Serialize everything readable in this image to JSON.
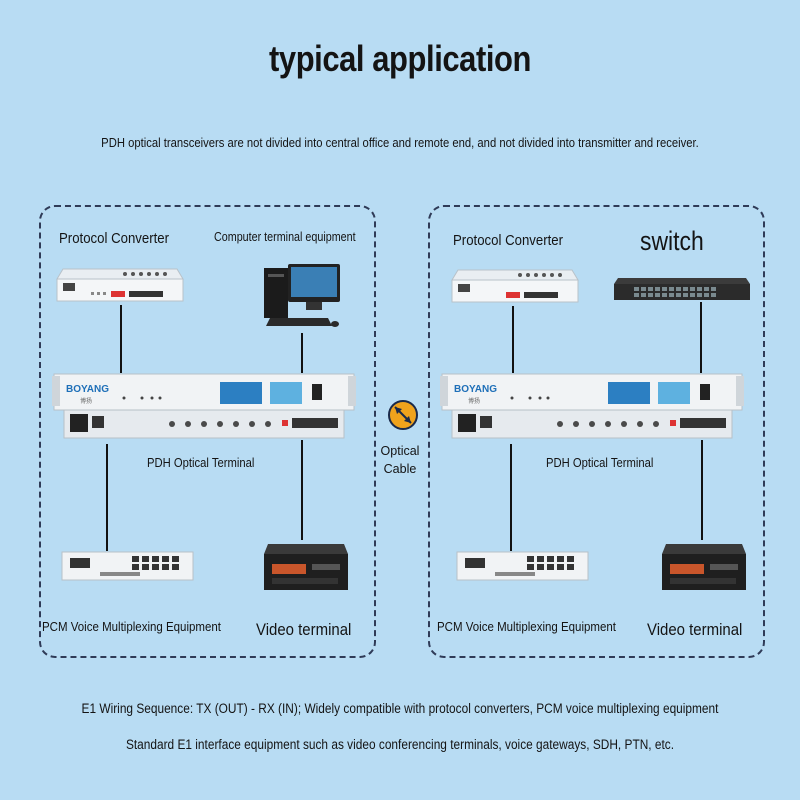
{
  "title": "typical application",
  "subtitle": "PDH optical transceivers are not divided into central office and remote end, and not divided into transmitter and receiver.",
  "left_site": {
    "protocol_converter": "Protocol Converter",
    "computer_terminal": "Computer terminal equipment",
    "pdh_terminal": "PDH Optical Terminal",
    "pcm_equipment": "PCM Voice Multiplexing Equipment",
    "video_terminal": "Video terminal",
    "device_brand": "BOYANG",
    "device_brand_cn": "博扬"
  },
  "right_site": {
    "protocol_converter": "Protocol Converter",
    "switch": "switch",
    "pdh_terminal": "PDH Optical Terminal",
    "pcm_equipment": "PCM Voice Multiplexing Equipment",
    "video_terminal": "Video terminal",
    "device_brand": "BOYANG",
    "device_brand_cn": "博扬"
  },
  "link": {
    "label_line1": "Optical",
    "label_line2": "Cable"
  },
  "footer": {
    "line1": "E1 Wiring Sequence: TX (OUT) - RX (IN); Widely compatible with protocol converters, PCM voice multiplexing equipment",
    "line2": "Standard E1 interface equipment such as video conferencing terminals, voice gateways, SDH, PTN, etc."
  },
  "colors": {
    "background": "#b8dcf3",
    "panel_border": "#2f3b57",
    "cable_icon": "#f0a31c"
  },
  "icons": [
    "protocol-converter-device",
    "computer-icon",
    "switch-device",
    "pdh-terminal-device",
    "pcm-device",
    "video-terminal-device",
    "optical-cable-icon"
  ]
}
